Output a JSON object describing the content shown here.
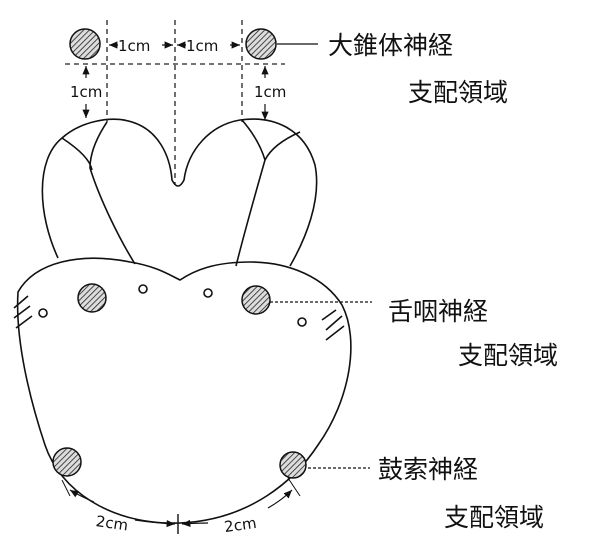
{
  "labels": {
    "greater_petrosal_nerve": "大錐体神経",
    "greater_petrosal_area": "支配領域",
    "glossopharyngeal_nerve": "舌咽神経",
    "glossopharyngeal_area": "支配領域",
    "chorda_tympani_nerve": "鼓索神経",
    "chorda_tympani_area": "支配領域"
  },
  "dimensions": {
    "horizontal_left": "1cm",
    "horizontal_right": "1cm",
    "vertical_left": "1cm",
    "vertical_right": "1cm",
    "bottom_left": "2cm",
    "bottom_right": "2cm"
  }
}
